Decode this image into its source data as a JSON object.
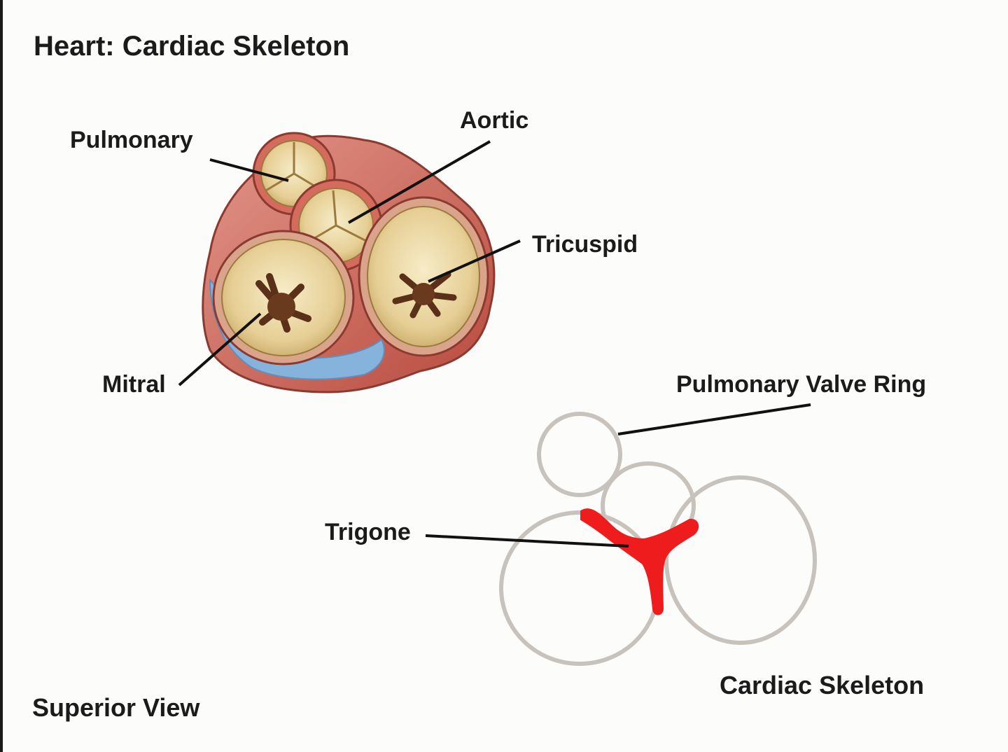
{
  "title": "Heart: Cardiac Skeleton",
  "anatomy_figure": {
    "labels": {
      "pulmonary": "Pulmonary",
      "aortic": "Aortic",
      "tricuspid": "Tricuspid",
      "mitral": "Mitral"
    }
  },
  "skeleton_figure": {
    "labels": {
      "pulmonary_valve_ring": "Pulmonary Valve Ring",
      "trigone": "Trigone"
    },
    "caption": "Cardiac Skeleton"
  },
  "view_caption": "Superior View",
  "colors": {
    "valve_tissue": "#e8d39e",
    "muscle": "#c9584a",
    "fibrous_fat": "#7faed8",
    "trigone": "#ee1c1c",
    "ring_outline": "#c8c2bc"
  }
}
